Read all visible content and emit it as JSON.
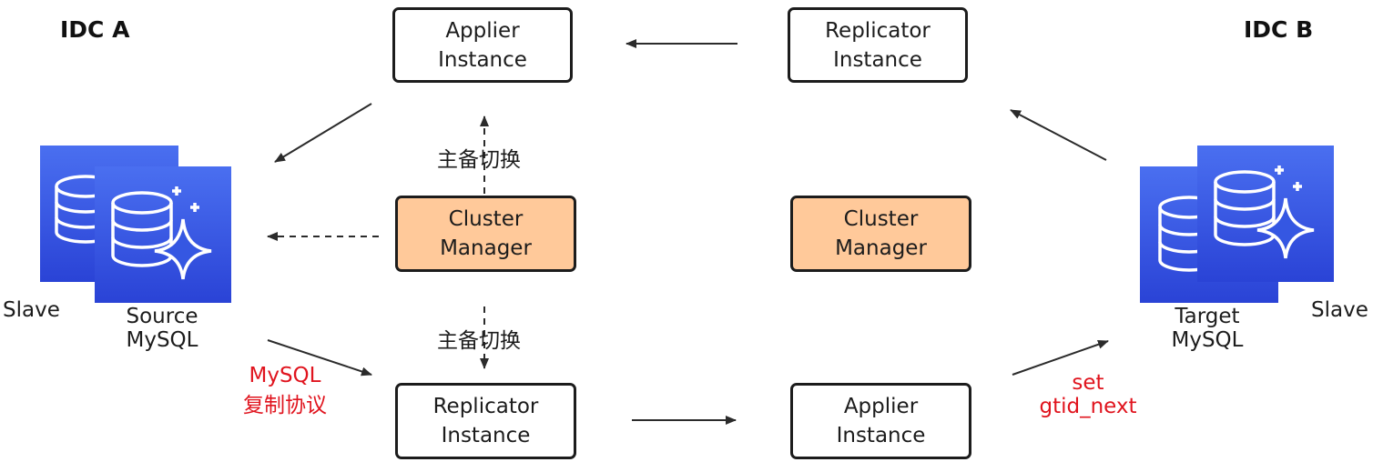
{
  "idc_a": "IDC A",
  "idc_b": "IDC B",
  "top_left_box": {
    "line1": "Applier",
    "line2": "Instance"
  },
  "top_right_box": {
    "line1": "Replicator",
    "line2": "Instance"
  },
  "cm_left": {
    "line1": "Cluster",
    "line2": "Manager"
  },
  "cm_right": {
    "line1": "Cluster",
    "line2": "Manager"
  },
  "bottom_left_box": {
    "line1": "Replicator",
    "line2": "Instance"
  },
  "bottom_right_box": {
    "line1": "Applier",
    "line2": "Instance"
  },
  "switch_top": "主备切换",
  "switch_bottom": "主备切换",
  "left_db": {
    "slave": "Slave",
    "source_line1": "Source",
    "source_line2": "MySQL"
  },
  "right_db": {
    "target_line1": "Target",
    "target_line2": "MySQL",
    "slave": "Slave"
  },
  "protocol": {
    "line1": "MySQL",
    "line2": "复制协议"
  },
  "set_gtid": {
    "line1": "set",
    "line2": "gtid_next"
  },
  "colors": {
    "accent_orange": "#ffc99a",
    "db_blue": "#3557e2",
    "red_text": "#e0141e",
    "line": "#2b2b2b"
  }
}
